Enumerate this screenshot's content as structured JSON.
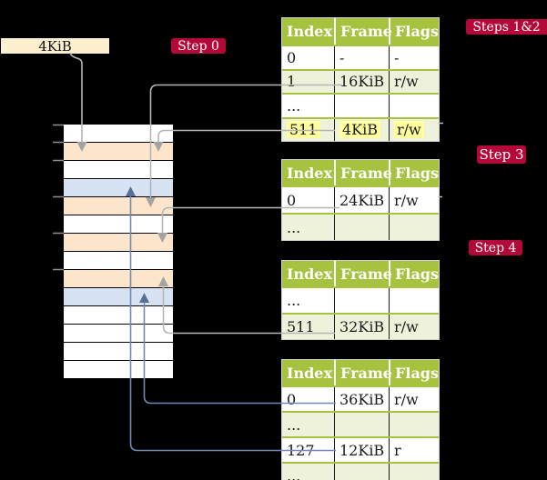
{
  "colors": {
    "background": "#000000",
    "accent_red": "#b30838",
    "table_header_green": "#a6c23e",
    "table_row_green": "#eef2da",
    "highlight_yellow": "#ffff9e",
    "box_cream": "#fdf0cf",
    "stack_orange": "#fde5cc",
    "stack_blue": "#d7e3f2",
    "connector_gray": "#b6b6b6",
    "connector_blue": "#7289b8"
  },
  "size_box": {
    "label": "4KiB"
  },
  "badges": {
    "step0": "Step 0",
    "steps12": "Steps 1&2",
    "step3": "Step 3",
    "step4": "Step 4"
  },
  "memory_stack": {
    "rows": [
      "white",
      "orange",
      "white",
      "blue",
      "orange",
      "white",
      "orange",
      "white",
      "orange",
      "blue",
      "white",
      "white",
      "white",
      "white"
    ],
    "tick_count": 6
  },
  "tables": [
    {
      "name": "page-table-steps-1-2",
      "headers": [
        "Index",
        "Frame",
        "Flags"
      ],
      "rows": [
        {
          "cells": [
            "0",
            "-",
            "-"
          ],
          "shaded": false,
          "highlighted": false
        },
        {
          "cells": [
            "1",
            "16KiB",
            "r/w"
          ],
          "shaded": true,
          "highlighted": false
        },
        {
          "cells": [
            "...",
            "",
            ""
          ],
          "shaded": false,
          "highlighted": false
        },
        {
          "cells": [
            "511",
            "4KiB",
            "r/w"
          ],
          "shaded": true,
          "highlighted": true
        }
      ]
    },
    {
      "name": "page-table-step-3",
      "headers": [
        "Index",
        "Frame",
        "Flags"
      ],
      "rows": [
        {
          "cells": [
            "0",
            "24KiB",
            "r/w"
          ],
          "shaded": false,
          "highlighted": false
        },
        {
          "cells": [
            "...",
            "",
            ""
          ],
          "shaded": true,
          "highlighted": false
        }
      ]
    },
    {
      "name": "page-table-step-4",
      "headers": [
        "Index",
        "Frame",
        "Flags"
      ],
      "rows": [
        {
          "cells": [
            "...",
            "",
            ""
          ],
          "shaded": false,
          "highlighted": false
        },
        {
          "cells": [
            "511",
            "32KiB",
            "r/w"
          ],
          "shaded": true,
          "highlighted": false
        }
      ]
    },
    {
      "name": "page-table-final",
      "headers": [
        "Index",
        "Frame",
        "Flags"
      ],
      "rows": [
        {
          "cells": [
            "0",
            "36KiB",
            "r/w"
          ],
          "shaded": false,
          "highlighted": false
        },
        {
          "cells": [
            "...",
            "",
            ""
          ],
          "shaded": true,
          "highlighted": false
        },
        {
          "cells": [
            "127",
            "12KiB",
            "r"
          ],
          "shaded": false,
          "highlighted": false
        },
        {
          "cells": [
            "...",
            "",
            ""
          ],
          "shaded": true,
          "highlighted": false
        }
      ]
    }
  ]
}
